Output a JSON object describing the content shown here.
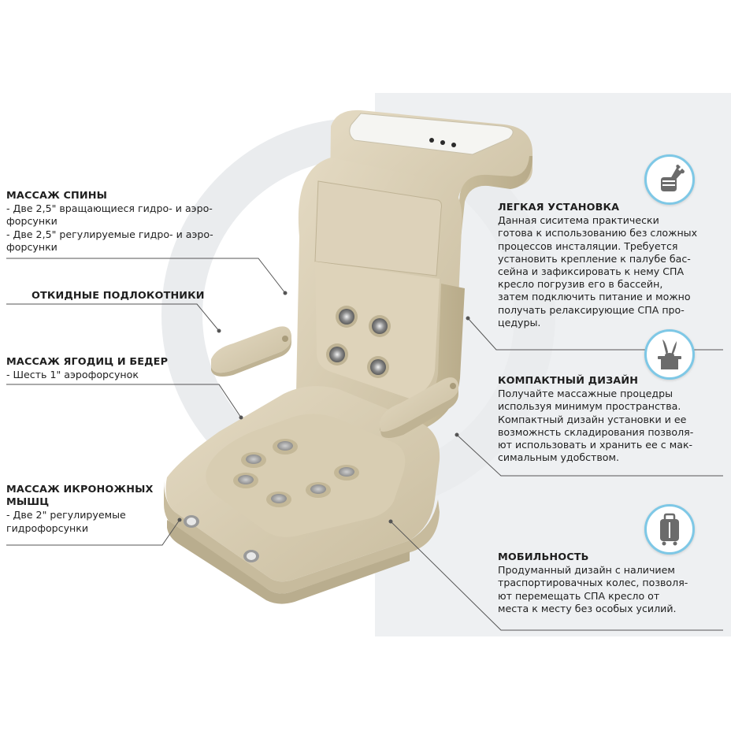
{
  "left": {
    "back_massage": {
      "title": "МАССАЖ СПИНЫ",
      "lines": [
        "- Две 2,5\" вращающиеся гидро- и аэро-",
        "форсунки",
        "- Две 2,5\" регулируемые гидро- и аэро-",
        "форсунки"
      ]
    },
    "armrests": {
      "title": "ОТКИДНЫЕ ПОДЛОКОТНИКИ"
    },
    "seat_massage": {
      "title": "МАССАЖ ЯГОДИЦ И БЕДЕР",
      "lines": [
        "- Шесть 1\" аэрофорсунок"
      ]
    },
    "calf_massage": {
      "title_lines": [
        "МАССАЖ ИКРОНОЖНЫХ",
        "МЫШЦ"
      ],
      "lines": [
        "- Две 2\" регулируемые",
        "гидрофорсунки"
      ]
    }
  },
  "right": {
    "easy_install": {
      "icon": "wrench-hand-icon",
      "title": "ЛЕГКАЯ УСТАНОВКА",
      "lines": [
        "Данная сиситема практически",
        "готова к использованию без сложных",
        "процессов инсталяции. Требуется",
        "установить крепление к палубе бас-",
        "сейна и зафиксировать к нему СПА",
        "кресло погрузив его в бассейн,",
        "затем подключить питание и можно",
        "получать релаксирующие СПА про-",
        "цедуры."
      ]
    },
    "compact": {
      "icon": "rabbit-hat-icon",
      "title": "КОМПАКТНЫЙ ДИЗАЙН",
      "lines": [
        "Получайте массажные процедры",
        "используя минимум пространства.",
        "Компактный дизайн установки и ее",
        "возможнсть складирования позволя-",
        "ют использовать и хранить ее с мак-",
        "симальным удобством."
      ]
    },
    "mobility": {
      "icon": "suitcase-icon",
      "title": "МОБИЛЬНОСТЬ",
      "lines": [
        "Продуманный дизайн с наличием",
        "траспортировачных колес, позволя-",
        "ют перемещать СПА кресло от",
        "места к месту без особых усилий."
      ]
    }
  },
  "colors": {
    "chair": "#d9ceb4",
    "accent_ring": "#7ec8e6",
    "icon_gray": "#6b6b6b"
  }
}
